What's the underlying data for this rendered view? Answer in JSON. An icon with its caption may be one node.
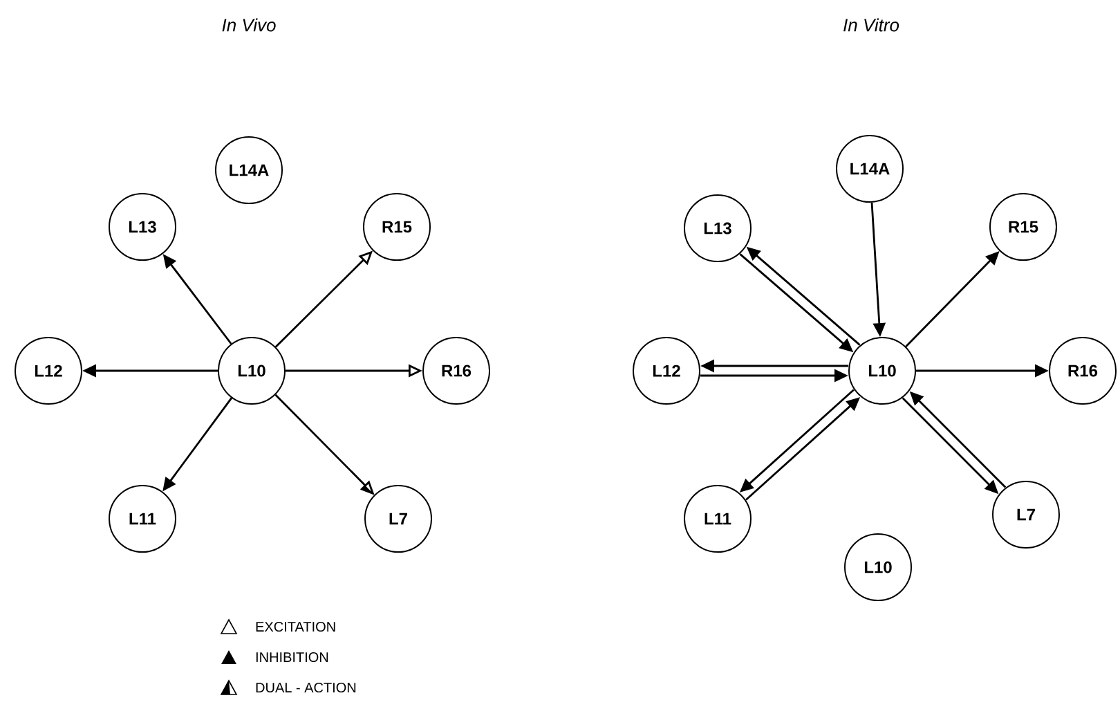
{
  "diagram": {
    "nodes": [
      {
        "text": [
          "L14A"
        ]
      },
      {
        "text": [
          "L13"
        ]
      },
      {
        "text": [
          "R15"
        ]
      },
      {
        "text": [
          "L12"
        ]
      },
      {
        "text": [
          "L10"
        ]
      },
      {
        "text": [
          "R16"
        ]
      },
      {
        "text": [
          "L11"
        ]
      },
      {
        "text": [
          "L7"
        ]
      },
      {
        "text": [
          "L14A"
        ]
      },
      {
        "text": [
          "L13"
        ]
      },
      {
        "text": [
          "R15"
        ]
      },
      {
        "text": [
          "L12"
        ]
      },
      {
        "text": [
          "L10"
        ]
      },
      {
        "text": [
          "R16"
        ]
      },
      {
        "text": [
          "L11"
        ]
      },
      {
        "text": [
          "L7"
        ]
      },
      {
        "text": [
          "L10"
        ]
      }
    ],
    "edges": [
      {
        "from": 4,
        "to": 1,
        "arrow": "to"
      },
      {
        "from": 4,
        "to": 2,
        "arrow": "to"
      },
      {
        "from": 4,
        "to": 3,
        "arrow": "to"
      },
      {
        "from": 4,
        "to": 5,
        "arrow": "to"
      },
      {
        "from": 4,
        "to": 6,
        "arrow": "to"
      },
      {
        "from": 4,
        "to": 7,
        "arrow": "to"
      },
      {
        "from": 8,
        "to": 12,
        "arrow": "to"
      },
      {
        "from": 12,
        "to": 9,
        "arrow": "to"
      },
      {
        "from": 9,
        "to": 12,
        "arrow": "to"
      },
      {
        "from": 12,
        "to": 10,
        "arrow": "to"
      },
      {
        "from": 12,
        "to": 11,
        "arrow": "to"
      },
      {
        "from": 11,
        "to": 12,
        "arrow": "to"
      },
      {
        "from": 12,
        "to": 13,
        "arrow": "to"
      },
      {
        "from": 12,
        "to": 14,
        "arrow": "to"
      },
      {
        "from": 14,
        "to": 12,
        "arrow": "to"
      },
      {
        "from": 12,
        "to": 15,
        "arrow": "to"
      },
      {
        "from": 15,
        "to": 12,
        "arrow": "to"
      }
    ],
    "labels": [
      "In Vivo",
      "In Vitro"
    ],
    "legend": [
      {
        "text": "EXCITATION"
      },
      {
        "text": "INHIBITION"
      },
      {
        "text": "DUAL - ACTION"
      }
    ]
  }
}
